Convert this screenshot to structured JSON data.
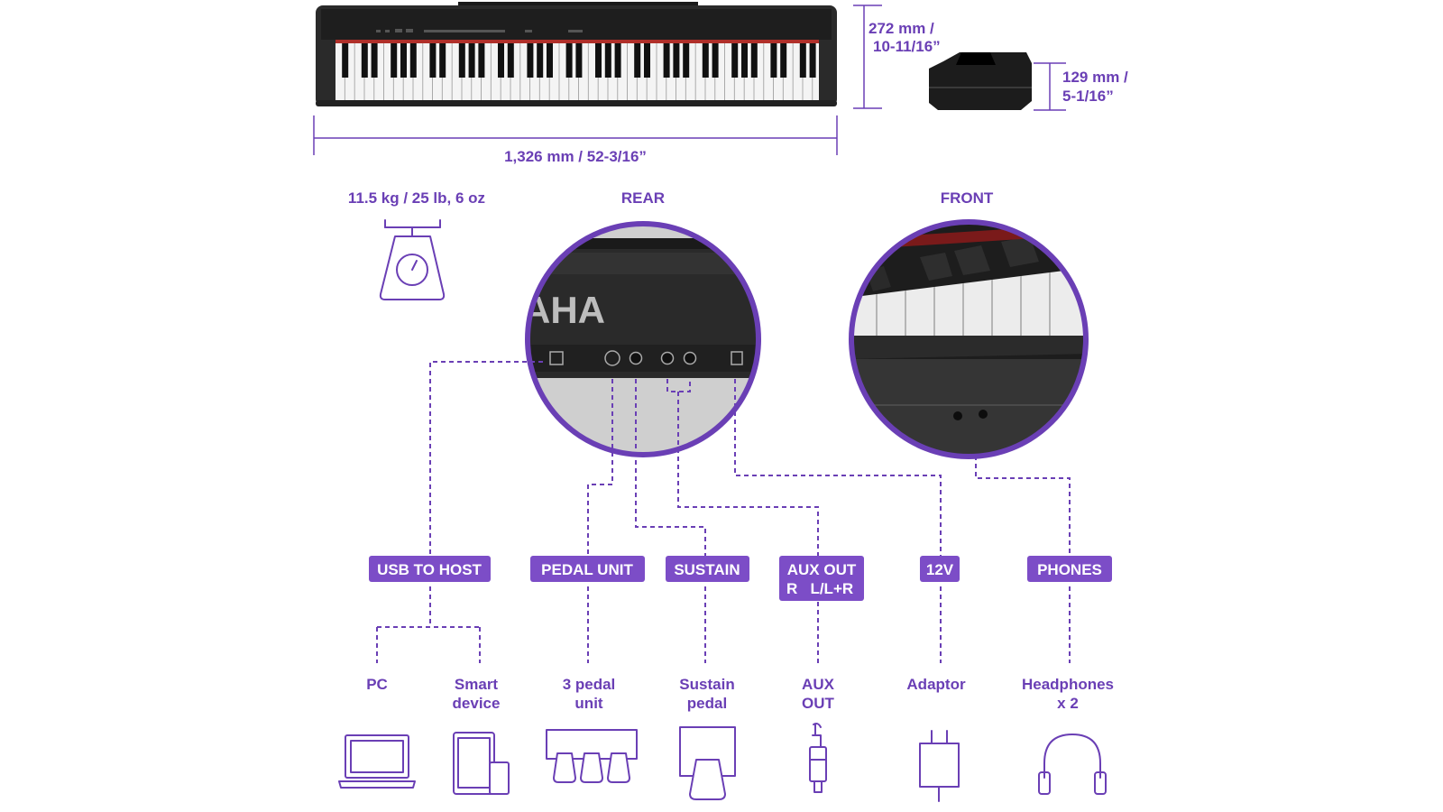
{
  "dimensions": {
    "width": "1,326 mm / 52-3/16”",
    "depth_line1": "272 mm /",
    "depth_line2": "10-11/16”",
    "height_line1": "129 mm /",
    "height_line2": "5-1/16”",
    "weight": "11.5 kg / 25 lb, 6 oz"
  },
  "views": {
    "rear": "REAR",
    "front": "FRONT",
    "brand_fragment": "AHA"
  },
  "ports": {
    "usb": "USB TO HOST",
    "pedal": "PEDAL UNIT",
    "sustain": "SUSTAIN",
    "aux_line1": "AUX OUT",
    "aux_line2": "R   L/L+R",
    "power": "12V",
    "phones": "PHONES"
  },
  "devices": {
    "pc": "PC",
    "smart_line1": "Smart",
    "smart_line2": "device",
    "pedal3_line1": "3 pedal",
    "pedal3_line2": "unit",
    "sustain_line1": "Sustain",
    "sustain_line2": "pedal",
    "aux_line1": "AUX",
    "aux_line2": "OUT",
    "adaptor": "Adaptor",
    "headphones_line1": "Headphones",
    "headphones_line2": "x 2"
  },
  "colors": {
    "accent": "#6a3fb5",
    "badge": "#7c4dc7",
    "piano": "#2a2a2a"
  },
  "icons": [
    "scale-icon",
    "laptop-icon",
    "tablet-phone-icon",
    "three-pedal-icon",
    "sustain-pedal-icon",
    "audio-jack-icon",
    "power-adaptor-icon",
    "headphones-icon"
  ]
}
